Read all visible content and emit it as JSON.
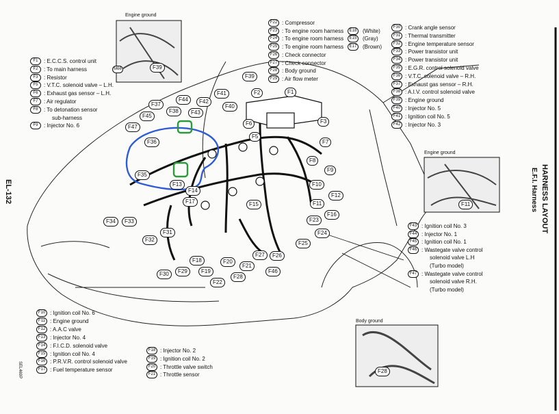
{
  "page_ref": "EL-132",
  "title": "HARNESS LAYOUT",
  "subtitle": "E.F.I. Harness",
  "code_ref": "SEL469P",
  "inset_engine_ground_top": {
    "title": "Engine ground",
    "label": "F39"
  },
  "inset_engine_ground_right": {
    "title": "Engine ground",
    "label": "F11"
  },
  "inset_body_ground": {
    "title": "Body ground",
    "label": "F28"
  },
  "legend_left_top": [
    {
      "code": "F1",
      "text": ": E.C.C.S. control unit"
    },
    {
      "code": "F2",
      "text": ": To main harness",
      "extra": "M66"
    },
    {
      "code": "F3",
      "text": ": Resistor"
    },
    {
      "code": "F5",
      "text": ": V.T.C. solenoid valve – L.H."
    },
    {
      "code": "F6",
      "text": ": Exhaust gas sensor – L.H."
    },
    {
      "code": "F7",
      "text": ": Air regulator"
    },
    {
      "code": "F8",
      "text": ": To detonation sensor"
    },
    {
      "code": "",
      "text": "sub-harness"
    },
    {
      "code": "F9",
      "text": ": Injector No. 6"
    }
  ],
  "legend_top_center": [
    {
      "code": "F22",
      "text": ": Compressor"
    },
    {
      "code": "F23",
      "text": ": To engine room harness",
      "extra": "E18",
      "color": "(White)"
    },
    {
      "code": "F24",
      "text": ": To engine room harness",
      "extra": "E15",
      "color": "(Gray)"
    },
    {
      "code": "F25",
      "text": ": To engine room harness",
      "extra": "E17",
      "color": "(Brown)"
    },
    {
      "code": "F26",
      "text": ": Check connector"
    },
    {
      "code": "F27",
      "text": ": Check connector"
    },
    {
      "code": "F28",
      "text": ": Body ground"
    },
    {
      "code": "F29",
      "text": ": Air flow meter"
    }
  ],
  "legend_top_right": [
    {
      "code": "F30",
      "text": ": Crank angle sensor"
    },
    {
      "code": "F31",
      "text": ": Thermal transmitter"
    },
    {
      "code": "F32",
      "text": ": Engine temperature sensor"
    },
    {
      "code": "F33",
      "text": ": Power transistor unit"
    },
    {
      "code": "F34",
      "text": ": Power transistor unit"
    },
    {
      "code": "F35",
      "text": ": E.G.R. control solenoid valve"
    },
    {
      "code": "F36",
      "text": ": V.T.C. solenoid valve – R.H."
    },
    {
      "code": "F37",
      "text": ": Exhaust gas sensor – R.H."
    },
    {
      "code": "F38",
      "text": ": A.I.V. control solenoid valve"
    },
    {
      "code": "F39",
      "text": ": Engine ground"
    },
    {
      "code": "F40",
      "text": ": Injector No. 5"
    },
    {
      "code": "F41",
      "text": ": Ignition coil No. 5"
    },
    {
      "code": "F42",
      "text": ": Injector No. 3"
    }
  ],
  "legend_right_mid": [
    {
      "code": "F43",
      "text": ": Ignition coil No. 3"
    },
    {
      "code": "F44",
      "text": ": Injector No. 1"
    },
    {
      "code": "F45",
      "text": ": Ignition coil No. 1"
    },
    {
      "code": "F46",
      "text": ": Wastegate valve control"
    },
    {
      "code": "",
      "text": "solenoid valve L.H"
    },
    {
      "code": "",
      "text": "(Turbo model)"
    },
    {
      "code": "F47",
      "text": ": Wastegate valve control"
    },
    {
      "code": "",
      "text": "solenoid valve R.H."
    },
    {
      "code": "",
      "text": "(Turbo model)"
    }
  ],
  "legend_bottom_left": [
    {
      "code": "F10",
      "text": ": Ignition coil No. 6"
    },
    {
      "code": "F11",
      "text": ": Engine ground"
    },
    {
      "code": "F12",
      "text": ": A.A.C valve"
    },
    {
      "code": "F13",
      "text": ": Injector No. 4"
    },
    {
      "code": "F14",
      "text": ": F.I.C.D. solenoid valve"
    },
    {
      "code": "F15",
      "text": ": Ignition coil No. 4"
    },
    {
      "code": "F16",
      "text": ": P.R.V.R. control solenoid valve"
    },
    {
      "code": "F17",
      "text": ": Fuel temperature sensor"
    }
  ],
  "legend_bottom_center": [
    {
      "code": "F18",
      "text": ": Injector No. 2"
    },
    {
      "code": "F19",
      "text": ": Ignition coil No. 2"
    },
    {
      "code": "F20",
      "text": ": Throttle valve switch"
    },
    {
      "code": "F21",
      "text": ": Throttle sensor"
    }
  ],
  "connector_labels": [
    "F1",
    "F2",
    "F3",
    "F5",
    "F6",
    "F7",
    "F8",
    "F9",
    "F10",
    "F11",
    "F12",
    "F13",
    "F14",
    "F15",
    "F16",
    "F17",
    "F18",
    "F19",
    "F20",
    "F21",
    "F22",
    "F23",
    "F24",
    "F25",
    "F26",
    "F27",
    "F28",
    "F29",
    "F30",
    "F31",
    "F32",
    "F33",
    "F34",
    "F35",
    "F36",
    "F37",
    "F38",
    "F39",
    "F40",
    "F41",
    "F42",
    "F43",
    "F44",
    "F45",
    "F46",
    "F47"
  ],
  "colors": {
    "line": "#111111",
    "highlight_blue": "#2f5bd6",
    "highlight_green": "#2a9a3a"
  }
}
